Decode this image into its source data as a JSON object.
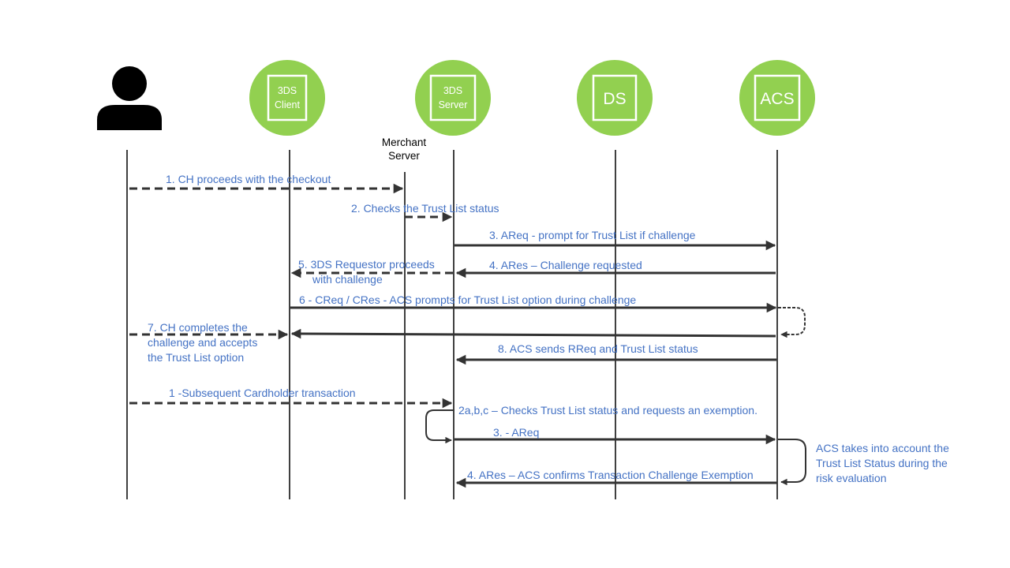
{
  "colors": {
    "actor_fill": "#92d050",
    "actor_box": "#ffffff",
    "line": "#000000",
    "arrow_dark": "#333333",
    "text_blue": "#4472c4"
  },
  "cardholder": {
    "icon": "person-icon"
  },
  "actors": [
    {
      "id": "3ds-client",
      "lines": [
        "3DS",
        "Client"
      ]
    },
    {
      "id": "3ds-server",
      "lines": [
        "3DS",
        "Server"
      ]
    },
    {
      "id": "ds",
      "lines": [
        "DS"
      ]
    },
    {
      "id": "acs",
      "lines": [
        "ACS"
      ]
    }
  ],
  "merchant_server": {
    "lines": [
      "Merchant",
      "Server"
    ]
  },
  "messages": [
    {
      "id": "m1",
      "lines": [
        "1. CH proceeds with the checkout"
      ]
    },
    {
      "id": "m2",
      "lines": [
        "2. Checks the Trust List status"
      ]
    },
    {
      "id": "m3",
      "lines": [
        "3. AReq - prompt for Trust List if challenge"
      ]
    },
    {
      "id": "m4",
      "lines": [
        "4. ARes – Challenge requested"
      ]
    },
    {
      "id": "m5",
      "lines": [
        "5. 3DS Requestor proceeds",
        "with challenge"
      ]
    },
    {
      "id": "m6",
      "lines": [
        "6 - CReq / CRes  - ACS prompts for Trust List option during challenge"
      ]
    },
    {
      "id": "m7",
      "lines": [
        "7. CH completes the",
        "challenge and accepts",
        "the Trust List option"
      ]
    },
    {
      "id": "m8",
      "lines": [
        "8. ACS sends RReq and Trust List status"
      ]
    },
    {
      "id": "s1",
      "lines": [
        "1 -Subsequent Cardholder transaction"
      ]
    },
    {
      "id": "s2",
      "lines": [
        "2a,b,c – Checks Trust List status and requests an exemption."
      ]
    },
    {
      "id": "s3",
      "lines": [
        "3. - AReq"
      ]
    },
    {
      "id": "s4",
      "lines": [
        "4. ARes – ACS confirms Transaction Challenge Exemption"
      ]
    }
  ],
  "notes": [
    {
      "id": "acs-note",
      "lines": [
        "ACS takes into account the",
        "Trust List Status during the",
        "risk evaluation"
      ]
    }
  ]
}
